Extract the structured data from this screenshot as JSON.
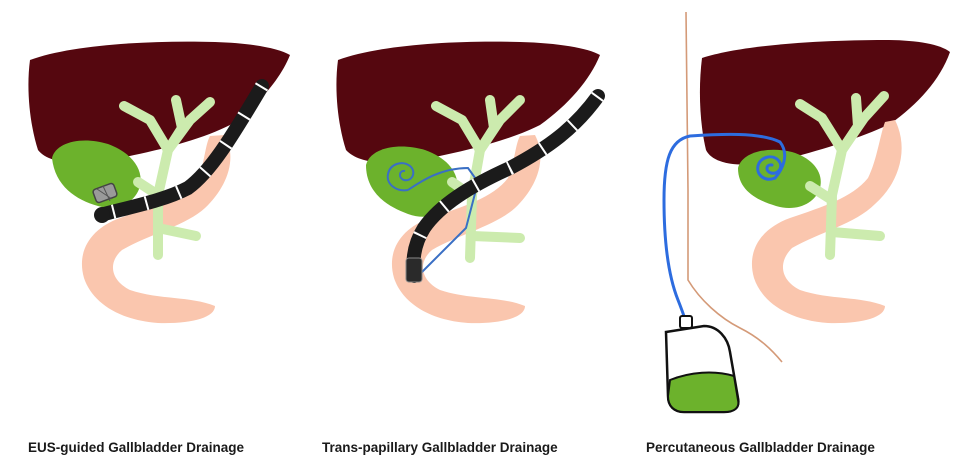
{
  "panels": [
    {
      "caption": "EUS-guided Gallbladder Drainage"
    },
    {
      "caption": "Trans-papillary Gallbladder Drainage"
    },
    {
      "caption": "Percutaneous Gallbladder Drainage"
    }
  ],
  "colors": {
    "liver": "#55070f",
    "bile_duct": "#ccebae",
    "gallbladder": "#6cb22c",
    "duodenum": "#fac6ae",
    "endoscope": "#1b1b1b",
    "stent": "#3a6fc4",
    "drain_tube": "#2d6cdf",
    "skin_line": "#d49a78",
    "bag_fluid": "#6cb22c"
  }
}
